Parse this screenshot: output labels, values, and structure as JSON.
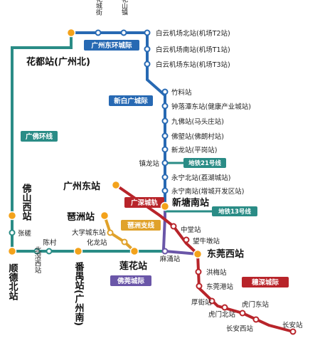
{
  "colors": {
    "guangfo_ring": "#2a8c86",
    "dongguan_ring": "#2769b3",
    "xinbai": "#2769b3",
    "guangshen": "#b8242a",
    "suishen": "#b8242a",
    "pazhou": "#e0a22b",
    "foguan": "#6a56a8",
    "metro21": "#2a8c86",
    "metro13": "#2a8c86",
    "interchange": "#f3a21b",
    "dot_ring": "#2a8c86"
  },
  "lines": {
    "guangfo_ring": "广佛环线",
    "dongguan_ring": "广州东环城际",
    "xinbai": "新白广城际",
    "guangshen": "广深城轨",
    "pazhou": "琶洲支线",
    "foguan": "佛莞城际",
    "suishen": "穗深城际",
    "metro21": "地铁21号线",
    "metro13": "地铁13号线"
  },
  "stations": {
    "huachengjie": "花城街",
    "huashanzhen": "花山镇",
    "t2": "白云机场北站(机场T2站)",
    "t1": "白云机场南站(机场T1站)",
    "t3": "白云机场东站(机场T3站)",
    "zhuliao": "竹料站",
    "zhongluotan": "钟落潭东站(健康产业城站)",
    "jiufo": "九佛站(马头庄站)",
    "foling": "佛塱站(佛朗村站)",
    "xinlong": "新龙站(平岗站)",
    "zhenlong": "镇龙站",
    "yongningbei": "永宁北站(荔湖城站)",
    "yongningnan": "永宁南站(增城开发区站)",
    "huadu": "花都站(广州北)",
    "guangzhoudong": "广州东站",
    "xintangnan": "新塘南站",
    "foshanxi": "佛山西站",
    "zhangcha": "张槎",
    "pazhou_st": "琶洲站",
    "daxuecheng": "大学城东站",
    "huahuazhan": "化龙站",
    "chencun": "陈村",
    "beijiao": "北滘西站",
    "shunde": "顺德北站",
    "panyu": "番禺站(广州南)",
    "lianhua": "莲花站",
    "machong": "麻涌站",
    "zhongtang": "中堂站",
    "wangniudun": "望牛墩站",
    "dongguanxi": "东莞西站",
    "hongmei": "洪梅站",
    "dongguangang": "东莞港站",
    "houjie": "厚街站",
    "humenbei": "虎门北站",
    "humendong": "虎门东站",
    "changanxi": "长安西站",
    "changan": "长安站"
  }
}
